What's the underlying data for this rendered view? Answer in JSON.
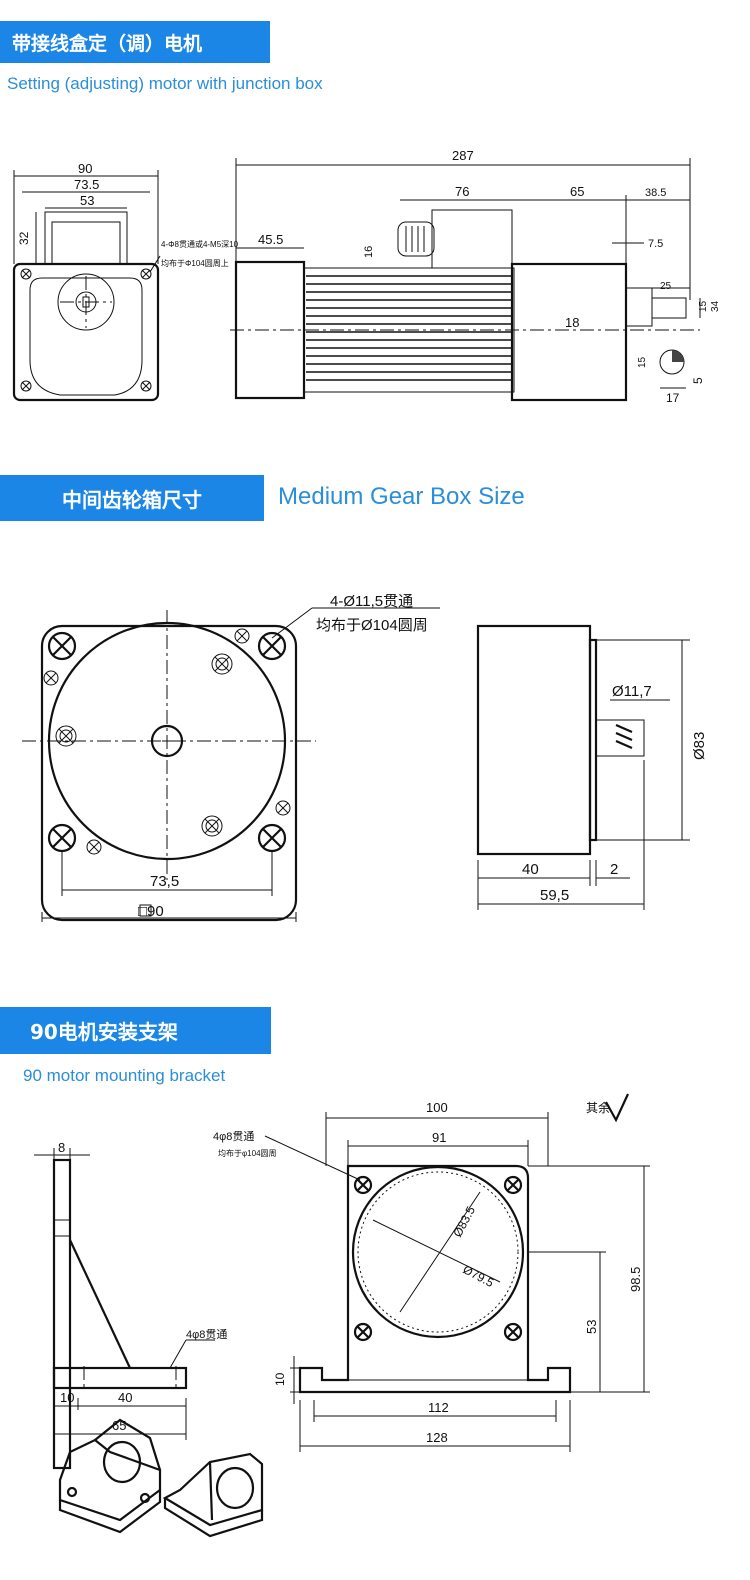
{
  "section1": {
    "title_cn": "带接线盒定（调）电机",
    "title_en": "Setting (adjusting) motor with junction box",
    "dims": {
      "d90": "90",
      "d73_5": "73.5",
      "d53": "53",
      "d32": "32",
      "d287": "287",
      "d76": "76",
      "d65": "65",
      "d38_5": "38.5",
      "d45_5": "45.5",
      "d16": "16",
      "d7_5": "7.5",
      "d25": "25",
      "d18": "18",
      "d15": "15",
      "d34": "34",
      "d17": "17",
      "d5": "5",
      "note1": "4-Φ8贯通或4-M5深10",
      "note2": "均布于Φ104圆周上"
    }
  },
  "section2": {
    "title_cn": "中间齿轮箱尺寸",
    "title_en": "Medium Gear Box Size",
    "dims": {
      "hole_note1": "4-Ø11,5贯通",
      "hole_note2": "均布于Ø104圆周",
      "d73_5": "73,5",
      "square90": "□90",
      "d11_7": "Ø11,7",
      "d83": "Ø83",
      "d40": "40",
      "d2": "2",
      "d59_5": "59,5"
    }
  },
  "section3": {
    "title_cn": "90电机安装支架",
    "title_en": "90 motor mounting bracket",
    "dims": {
      "d8": "8",
      "hole_side": "4φ8贯通",
      "d10": "10",
      "d40": "40",
      "d65": "65",
      "hole_note1": "4φ8贯通",
      "hole_note2": "均布于φ104圆周",
      "d100": "100",
      "d91": "91",
      "d83_5": "Ø83.5",
      "d79_5": "Ø79.5",
      "d98_5": "98.5",
      "d53": "53",
      "d10b": "10",
      "d112": "112",
      "d128": "128",
      "finish": "其余"
    }
  }
}
